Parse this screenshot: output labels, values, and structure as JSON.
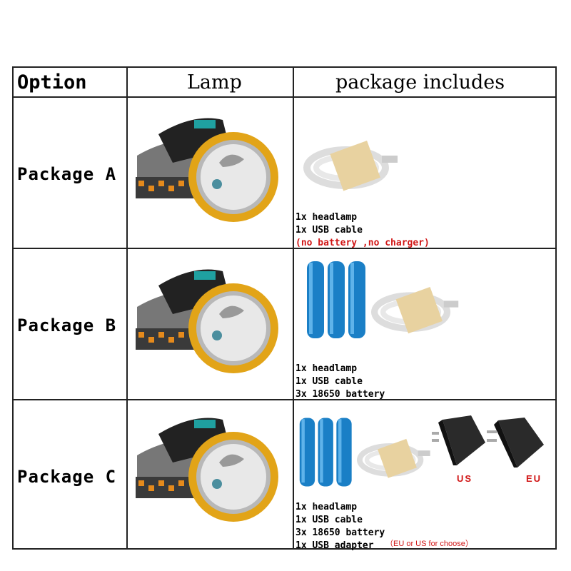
{
  "header": {
    "option": "Option",
    "lamp": "Lamp",
    "package_includes": "package includes"
  },
  "packages": [
    {
      "name": "Package A",
      "items": [
        "1x headlamp",
        "1x USB cable"
      ],
      "note": "(no battery ,no charger)"
    },
    {
      "name": "Package B",
      "items": [
        "1x headlamp",
        "1x USB cable",
        "3x 18650 battery"
      ]
    },
    {
      "name": "Package C",
      "items": [
        "1x headlamp",
        "1x USB cable",
        "3x 18650 battery",
        "1x USB adapter"
      ],
      "note": "（EU or US for choose）"
    }
  ],
  "adapter_regions": {
    "us": "US",
    "eu": "EU"
  },
  "colors": {
    "accent_red": "#d11616",
    "lamp_rim": "#e2a418",
    "battery_blue": "#1a7fc6",
    "strap_orange": "#e58a1c"
  },
  "icons": [
    "headlamp-image",
    "usb-cable-image",
    "battery-image",
    "us-adapter-image",
    "eu-adapter-image"
  ]
}
